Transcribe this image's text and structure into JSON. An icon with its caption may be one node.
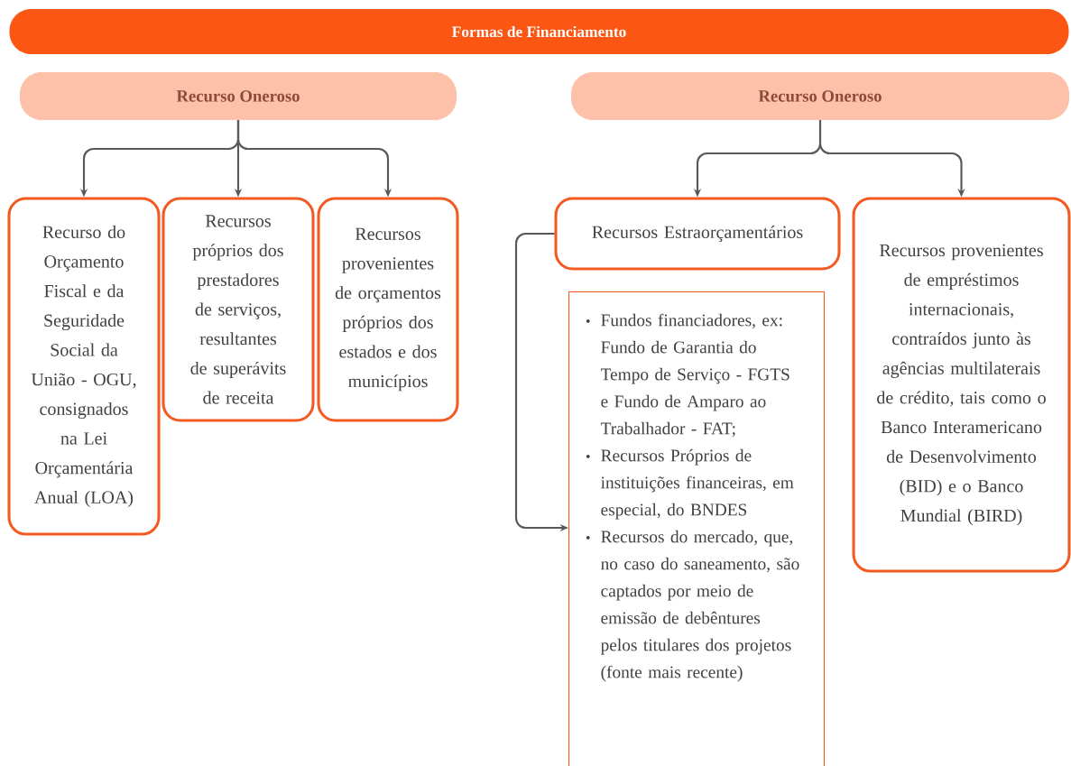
{
  "diagram": {
    "title": "Formas de Financiamento",
    "nodes": [
      {
        "text": [
          "Recurso Oneroso"
        ]
      },
      {
        "text": [
          "Recurso Oneroso"
        ]
      },
      {
        "text": [
          "Recurso do Orçamento Fiscal e da Seguridade Social da União - OGU, consignados na Lei Orçamentária Anual (LOA)"
        ]
      },
      {
        "text": [
          "Recursos próprios dos prestadores de serviços, resultantes de superávits de receita"
        ]
      },
      {
        "text": [
          "Recursos provenientes de orçamentos próprios dos estados e dos municípios"
        ]
      },
      {
        "text": [
          "Recursos Estraorçamentários"
        ]
      },
      {
        "text": [
          "Fundos financiadores, ex: Fundo de Garantia do Tempo de Serviço - FGTS e Fundo de Amparo ao Trabalhador - FAT;",
          "Recursos Próprios de instituições financeiras, em especial, do BNDES",
          "Recursos do mercado, que, no caso do saneamento, são captados por meio de emissão de debêntures pelos titulares dos projetos (fonte mais recente)"
        ]
      },
      {
        "text": [
          "Recursos provenientes de empréstimos internacionais, contraídos junto às agências multilaterais de crédito, tais como o Banco Interamericano de Desenvolvimento (BID) e o Banco Mundial (BIRD)"
        ]
      }
    ],
    "edges": [
      {
        "from": 0,
        "to": 2,
        "arrow": "to"
      },
      {
        "from": 0,
        "to": 3,
        "arrow": "to"
      },
      {
        "from": 0,
        "to": 4,
        "arrow": "to"
      },
      {
        "from": 1,
        "to": 5,
        "arrow": "to"
      },
      {
        "from": 1,
        "to": 7,
        "arrow": "to"
      },
      {
        "from": 5,
        "to": 6,
        "arrow": "to"
      }
    ]
  }
}
